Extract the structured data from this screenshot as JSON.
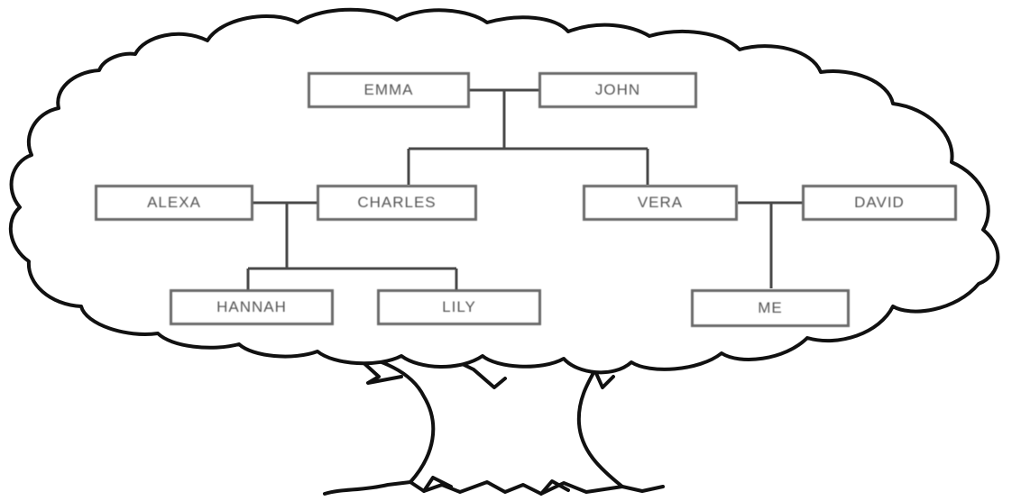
{
  "family": {
    "emma": "EMMA",
    "john": "JOHN",
    "alexa": "ALEXA",
    "charles": "CHARLES",
    "vera": "VERA",
    "david": "DAVID",
    "hannah": "HANNAH",
    "lily": "LILY",
    "me": "ME"
  },
  "colors": {
    "outline": "#111111",
    "box_border": "#6a6a6a",
    "text": "#555555",
    "background": "#ffffff"
  },
  "icons": {
    "tree": "family-tree-illustration"
  }
}
